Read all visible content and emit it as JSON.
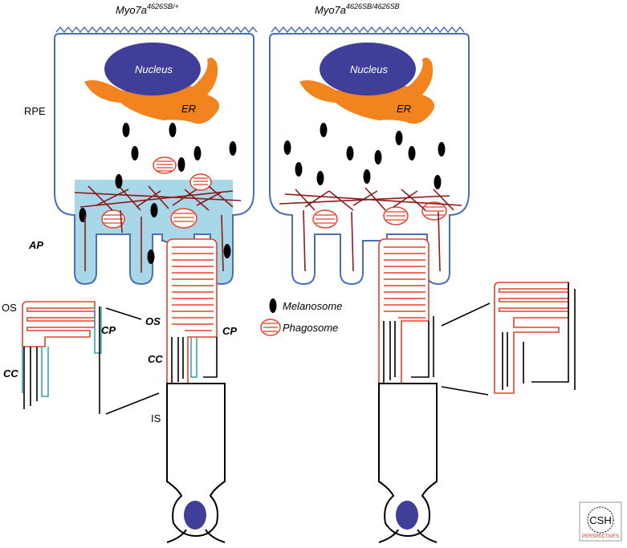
{
  "titles": {
    "left": "Myo7a",
    "left_sup": "4626SB/+",
    "right": "Myo7a",
    "right_sup": "4626SB/4626SB"
  },
  "labels": {
    "rpe": "RPE",
    "nucleus": "Nucleus",
    "er": "ER",
    "ap": "AP",
    "os_plain": "OS",
    "os_bold": "OS",
    "cp_left": "CP",
    "cp_mid": "CP",
    "cc_left": "CC",
    "cc_mid": "CC",
    "is": "IS"
  },
  "legend": {
    "melanosome": "Melanosome",
    "phagosome": "Phagosome"
  },
  "logo": {
    "main": "CSH",
    "sub": "PERSPECTIVES"
  },
  "colors": {
    "cell_outline": "#4a6fb5",
    "nucleus_fill": "#3f3f9a",
    "er_fill": "#f28420",
    "actin_zone": "#a8d8e8",
    "disc_red": "#e8402a",
    "actin_strand": "#8b1a1a",
    "cp_teal": "#2aa0a8"
  }
}
